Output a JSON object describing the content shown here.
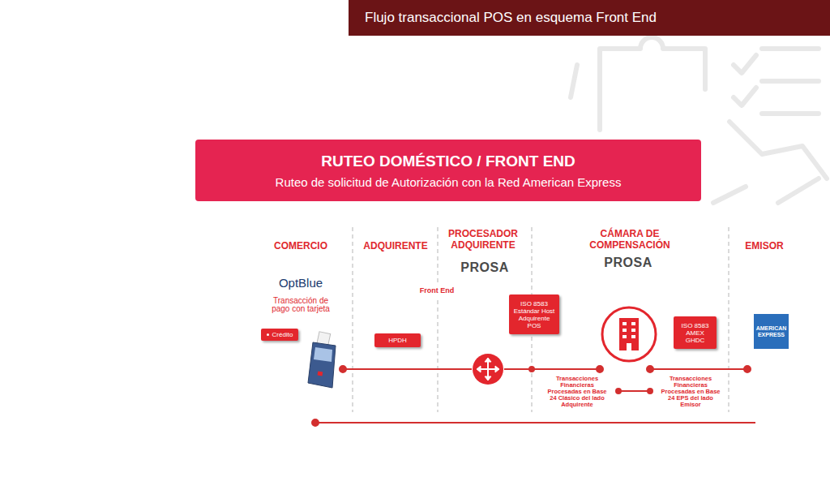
{
  "diagram": {
    "title": "Flujo transaccional POS en esquema Front End",
    "nodes": [
      {
        "text": [
          "RUTEO DOMÉSTICO / FRONT END",
          "Ruteo de solicitud de Autorización con la Red American Express"
        ]
      },
      {
        "text": [
          "Crédito"
        ]
      },
      {
        "text": [
          "HPDH"
        ]
      },
      {
        "text": [
          "ISO 8583 Estándar Host Adquirente POS"
        ]
      },
      {
        "text": [
          "ISO 8583 AMEX GHDC"
        ]
      },
      {
        "text": [
          "AMERICAN EXPRESS"
        ]
      }
    ],
    "labels": [
      "COMERCIO",
      "ADQUIRENTE",
      "PROCESADOR ADQUIRENTE",
      "CÁMARA DE COMPENSACIÓN",
      "EMISOR",
      "PROSA",
      "PROSA",
      "OptBlue",
      "Transacción de pago con tarjeta",
      "Front End",
      "Transacciones Financieras Procesadas en Base 24 Clásico del lado Adquirente",
      "Transacciones Financieras Procesadas en Base 24 EPS del lado Emisor"
    ]
  }
}
